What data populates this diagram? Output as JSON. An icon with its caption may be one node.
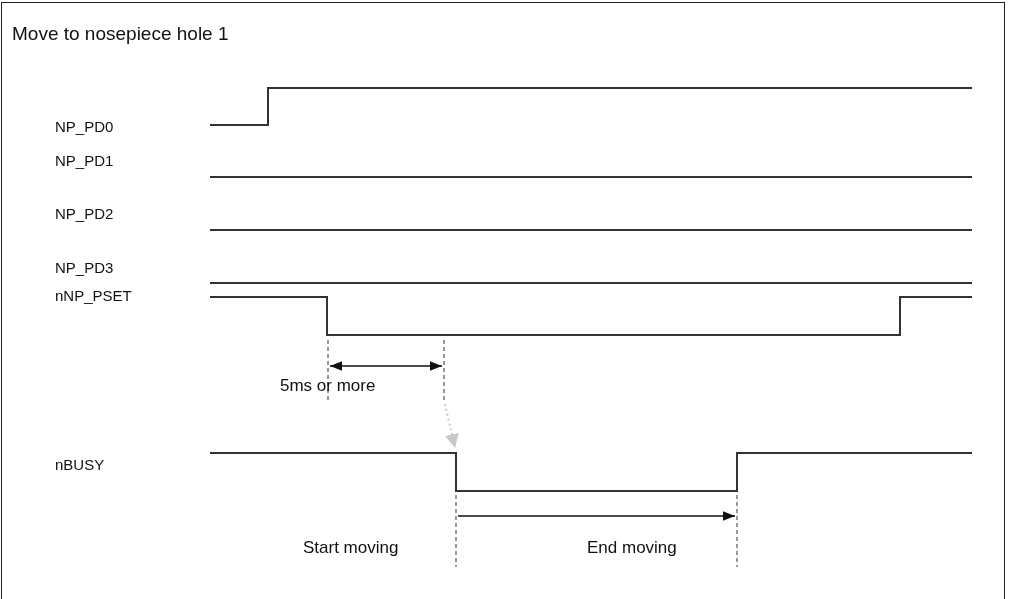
{
  "diagram": {
    "title": "Move to nosepiece hole 1",
    "labels": [
      "NP_PD0",
      "NP_PD1",
      "NP_PD2",
      "NP_PD3",
      "nNP_PSET",
      "5ms or more",
      "nBUSY",
      "Start moving",
      "End moving"
    ]
  }
}
